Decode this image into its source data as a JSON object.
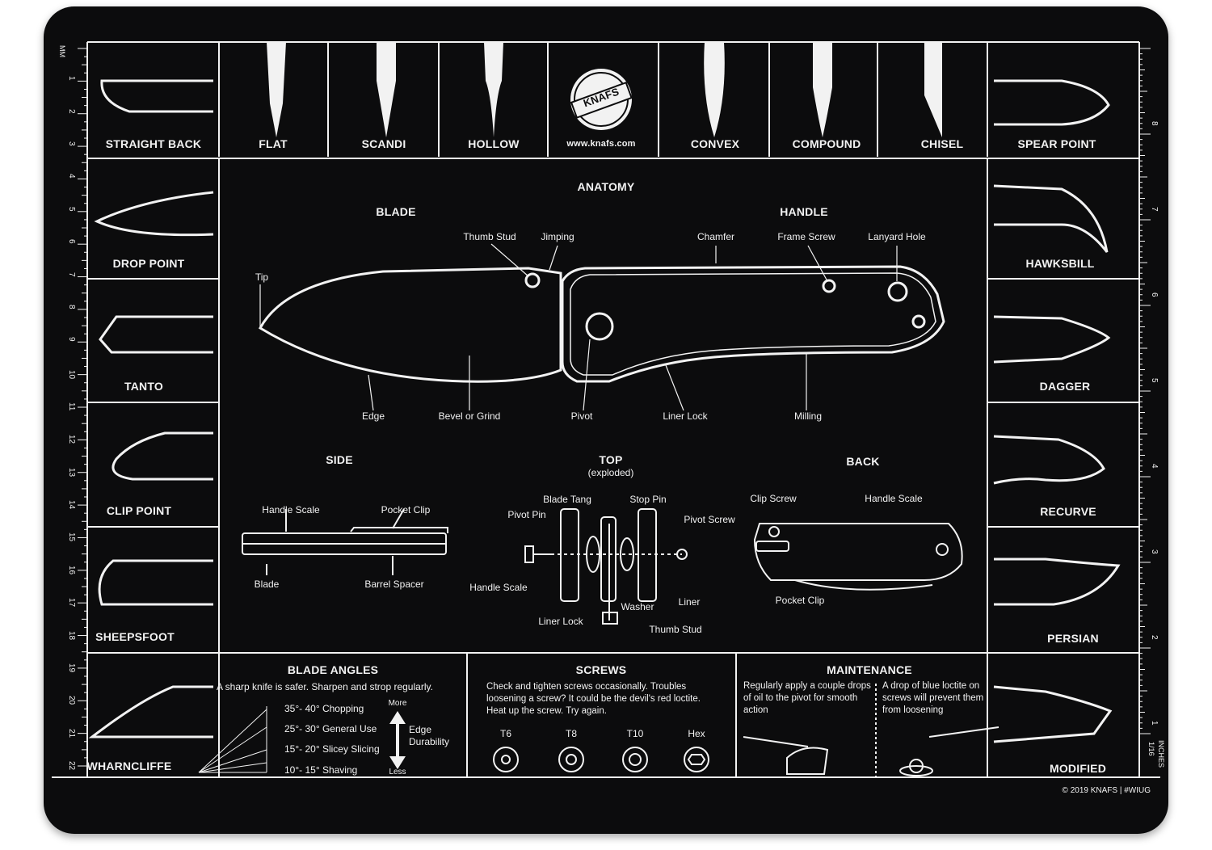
{
  "brand": {
    "logo_text": "KNAFS",
    "url": "www.knafs.com",
    "copyright": "© 2019 KNAFS | #WIUG"
  },
  "left_styles": [
    "STRAIGHT BACK",
    "DROP POINT",
    "TANTO",
    "CLIP POINT",
    "SHEEPSFOOT",
    "WHARNCLIFFE"
  ],
  "right_styles": [
    "SPEAR POINT",
    "HAWKSBILL",
    "DAGGER",
    "RECURVE",
    "PERSIAN",
    "MODIFIED"
  ],
  "grinds": [
    "FLAT",
    "SCANDI",
    "HOLLOW",
    "CONVEX",
    "COMPOUND",
    "CHISEL"
  ],
  "anatomy": {
    "title": "ANATOMY",
    "blade_heading": "BLADE",
    "handle_heading": "HANDLE",
    "labels": [
      "Thumb Stud",
      "Jimping",
      "Chamfer",
      "Frame Screw",
      "Lanyard Hole",
      "Tip",
      "Edge",
      "Bevel or Grind",
      "Pivot",
      "Liner Lock",
      "Milling"
    ]
  },
  "side": {
    "title": "SIDE",
    "labels": [
      "Handle Scale",
      "Pocket Clip",
      "Blade",
      "Barrel Spacer"
    ]
  },
  "top": {
    "title": "TOP",
    "subtitle": "(exploded)",
    "labels": [
      "Blade Tang",
      "Stop Pin",
      "Pivot Pin",
      "Pivot Screw",
      "Handle Scale",
      "Washer",
      "Liner",
      "Liner Lock",
      "Thumb Stud"
    ]
  },
  "back": {
    "title": "BACK",
    "labels": [
      "Clip Screw",
      "Handle Scale",
      "Pocket Clip"
    ]
  },
  "blade_angles": {
    "title": "BLADE ANGLES",
    "subtitle": "A sharp knife is safer. Sharpen and strop regularly.",
    "rows": [
      "35°- 40° Chopping",
      "25°- 30° General Use",
      "15°- 20° Slicey Slicing",
      "10°- 15° Shaving"
    ],
    "more": "More",
    "less": "Less",
    "durability": "Edge\nDurability"
  },
  "screws": {
    "title": "SCREWS",
    "text": "Check and tighten screws occasionally. Troubles loosening a screw? It could be the devil's red loctite. Heat up the screw. Try again.",
    "types": [
      "T6",
      "T8",
      "T10",
      "Hex"
    ]
  },
  "maintenance": {
    "title": "MAINTENANCE",
    "tip1": "Regularly apply a couple drops of oil to the pivot for smooth action",
    "tip2": "A drop of blue loctite on screws will prevent them from loosening"
  },
  "ruler": {
    "left_unit": "MM",
    "left_ticks": [
      "1",
      "2",
      "3",
      "4",
      "5",
      "6",
      "7",
      "8",
      "9",
      "10",
      "11",
      "12",
      "13",
      "14",
      "15",
      "16",
      "17",
      "18",
      "19",
      "20",
      "21",
      "22"
    ],
    "right_ticks": [
      "8",
      "7",
      "6",
      "5",
      "4",
      "3",
      "2",
      "1"
    ],
    "right_unit_fraction": "1/16",
    "right_unit_label": "INCHES"
  },
  "colors": {
    "mat": "#0c0c0d",
    "ink": "#f2f2f2"
  }
}
